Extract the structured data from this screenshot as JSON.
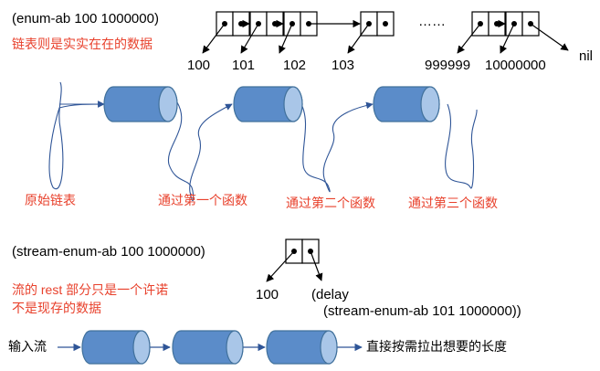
{
  "colors": {
    "annotation_red": "#e8412c",
    "cylinder_fill": "#5b8cc9",
    "cylinder_cap": "#a9c6e8",
    "outline": "#41719c",
    "link": "#2f5597"
  },
  "top": {
    "expression": "(enum-ab 100 1000000)",
    "note": "链表则是实实在在的数据",
    "values": [
      "100",
      "101",
      "102",
      "103",
      "999999",
      "10000000"
    ],
    "ellipsis": "……",
    "nil": "nil"
  },
  "middle": {
    "source_label": "原始链表",
    "stage_labels": [
      "通过第一个函数",
      "通过第二个函数",
      "通过第三个函数"
    ]
  },
  "stream": {
    "expression": "(stream-enum-ab 100 1000000)",
    "note_line1": "流的 rest 部分只是一个许诺",
    "note_line2": "不是现存的数据",
    "car_value": "100",
    "cdr_line1": "(delay",
    "cdr_line2": "(stream-enum-ab 101 1000000))"
  },
  "bottom": {
    "input_label": "输入流",
    "output_label": "直接按需拉出想要的长度"
  }
}
